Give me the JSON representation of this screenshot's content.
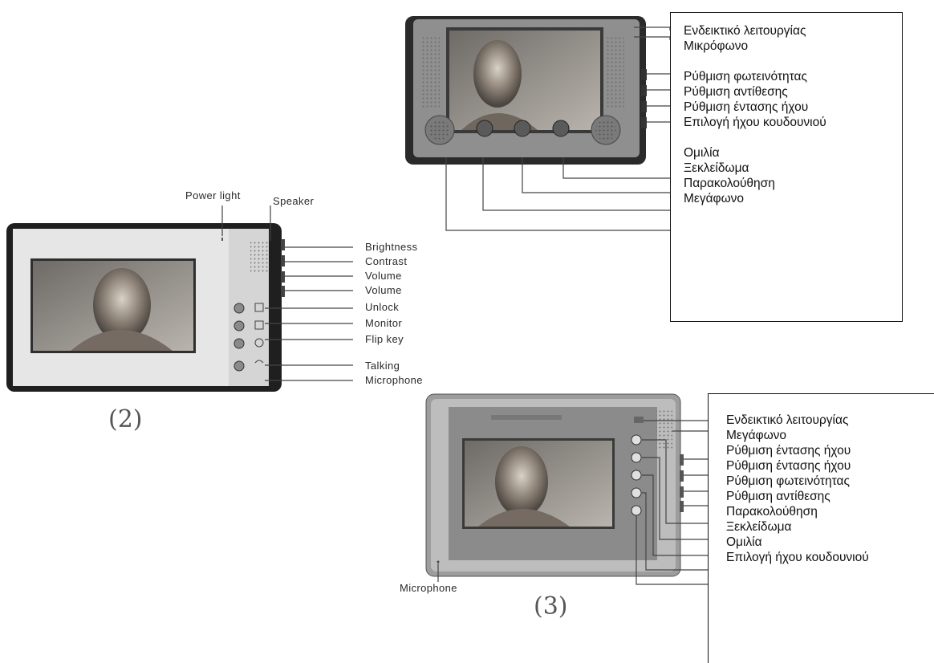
{
  "figure2": {
    "caption": "(2)",
    "labels": {
      "power_light": "Power light",
      "speaker": "Speaker",
      "brightness": "Brightness",
      "contrast": "Contrast",
      "volume_1": "Volume",
      "volume_2": "Volume",
      "unlock": "Unlock",
      "monitor": "Monitor",
      "flip_key": "Flip key",
      "talking": "Talking",
      "microphone": "Microphone"
    }
  },
  "figure3": {
    "caption": "(3)",
    "microphone_label": "Microphone"
  },
  "greek_box_top": {
    "items": [
      "Ενδεικτικό λειτουργίας",
      "Μικρόφωνο",
      "",
      "Ρύθμιση φωτεινότητας",
      "Ρύθμιση αντίθεσης",
      "Ρύθμιση έντασης ήχου",
      "Επιλογή ήχου κουδουνιού",
      "",
      "Ομιλία",
      "Ξεκλείδωμα",
      "Παρακολούθηση",
      "Μεγάφωνο"
    ]
  },
  "greek_box_bottom": {
    "items": [
      "Ενδεικτικό λειτουργίας",
      "Μεγάφωνο",
      "Ρύθμιση έντασης ήχου",
      "Ρύθμιση έντασης ήχου",
      "Ρύθμιση φωτεινότητας",
      "Ρύθμιση αντίθεσης",
      "Παρακολούθηση",
      "Ξεκλείδωμα",
      "Ομιλία",
      "Επιλογή ήχου κουδουνιού"
    ]
  }
}
